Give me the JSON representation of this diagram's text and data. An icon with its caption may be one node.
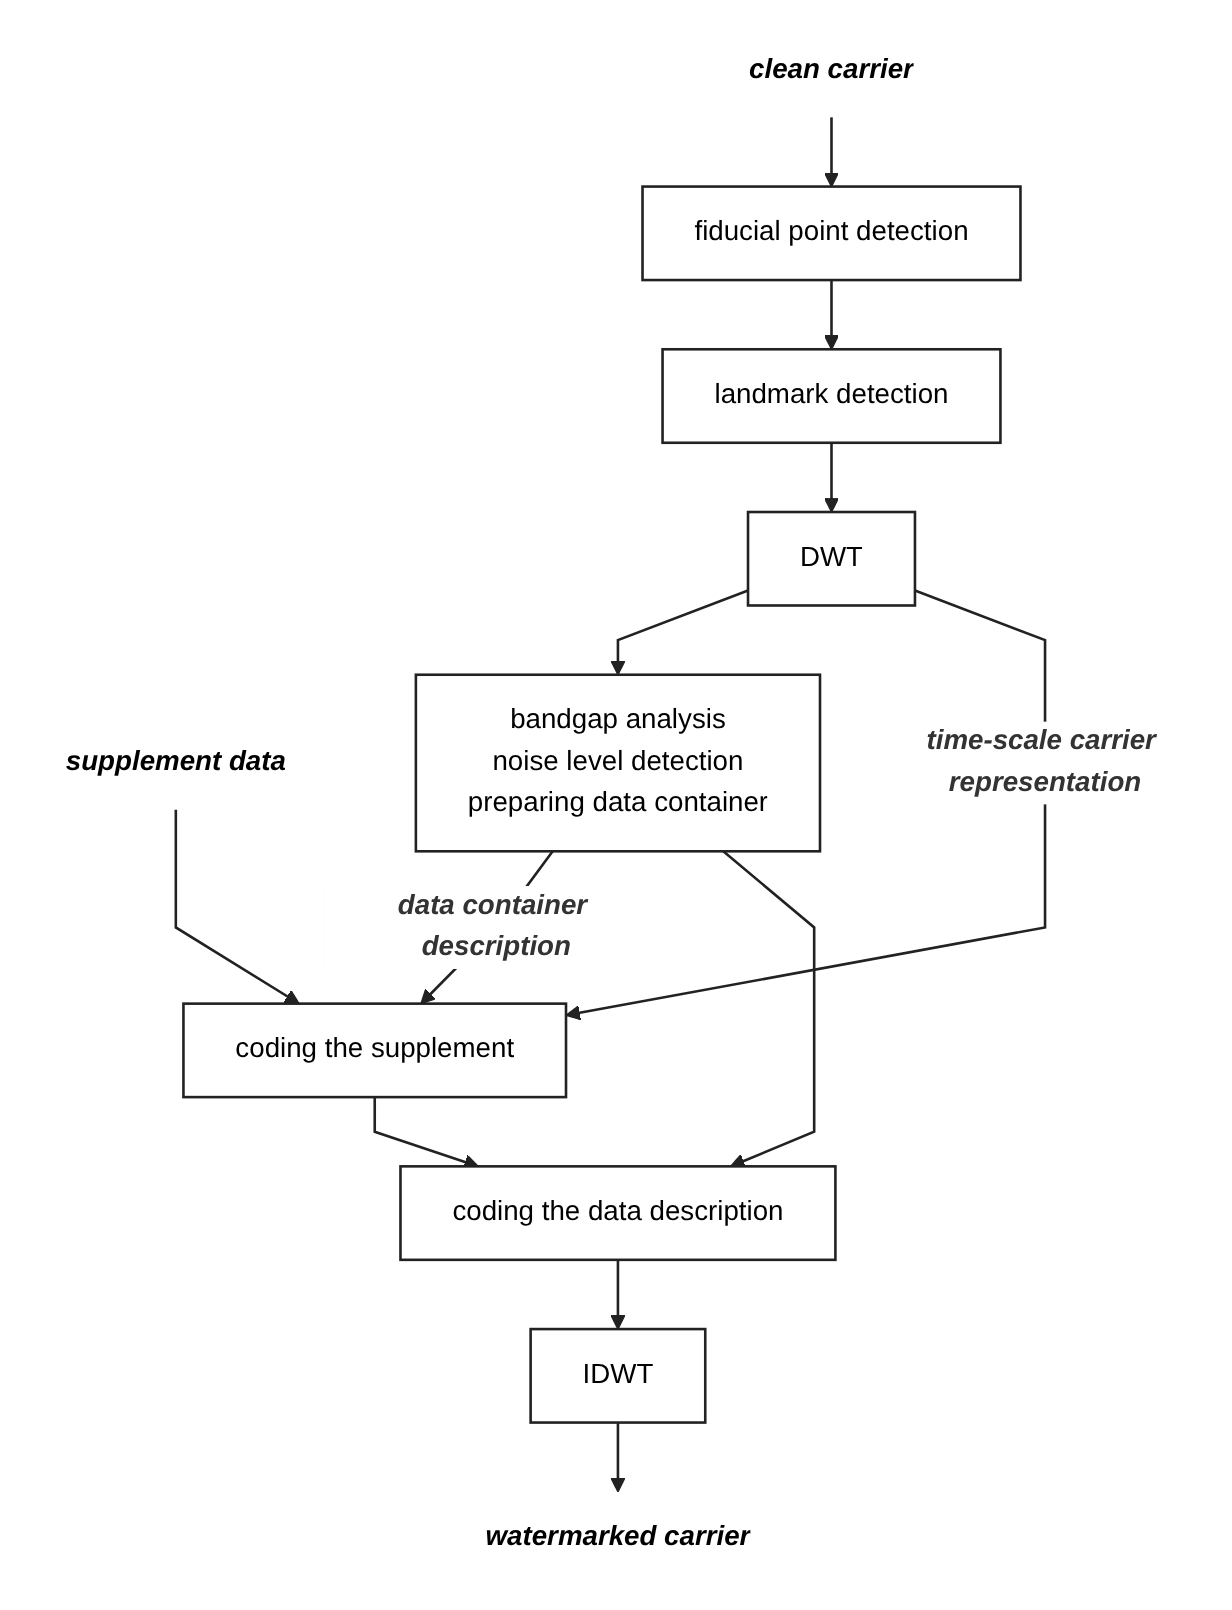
{
  "diagram": {
    "nodes": [
      {
        "text": [
          "clean carrier"
        ]
      },
      {
        "text": [
          "supplement data"
        ]
      },
      {
        "text": [
          "fiducial point detection"
        ]
      },
      {
        "text": [
          "landmark detection"
        ]
      },
      {
        "text": [
          "DWT"
        ]
      },
      {
        "text": [
          "bandgap analysis",
          "noise level detection",
          "preparing data container"
        ]
      },
      {
        "text": [
          "coding the supplement"
        ]
      },
      {
        "text": [
          "coding the data description"
        ]
      },
      {
        "text": [
          "IDWT"
        ]
      },
      {
        "text": [
          "watermarked carrier"
        ]
      }
    ],
    "edges": [
      {
        "from": 0,
        "to": 2,
        "arrow": "to"
      },
      {
        "from": 2,
        "to": 3,
        "arrow": "to"
      },
      {
        "from": 3,
        "to": 4,
        "arrow": "to"
      },
      {
        "from": 4,
        "to": 5,
        "arrow": "to"
      },
      {
        "from": 4,
        "to": 6,
        "arrow": "to",
        "label": "time-scale carrier representation"
      },
      {
        "from": 1,
        "to": 6,
        "arrow": "to"
      },
      {
        "from": 5,
        "to": 6,
        "arrow": "to",
        "label": "data container description"
      },
      {
        "from": 5,
        "to": 7,
        "arrow": "to"
      },
      {
        "from": 6,
        "to": 7,
        "arrow": "to"
      },
      {
        "from": 7,
        "to": 8,
        "arrow": "to"
      },
      {
        "from": 8,
        "to": 9,
        "arrow": "to"
      }
    ]
  }
}
